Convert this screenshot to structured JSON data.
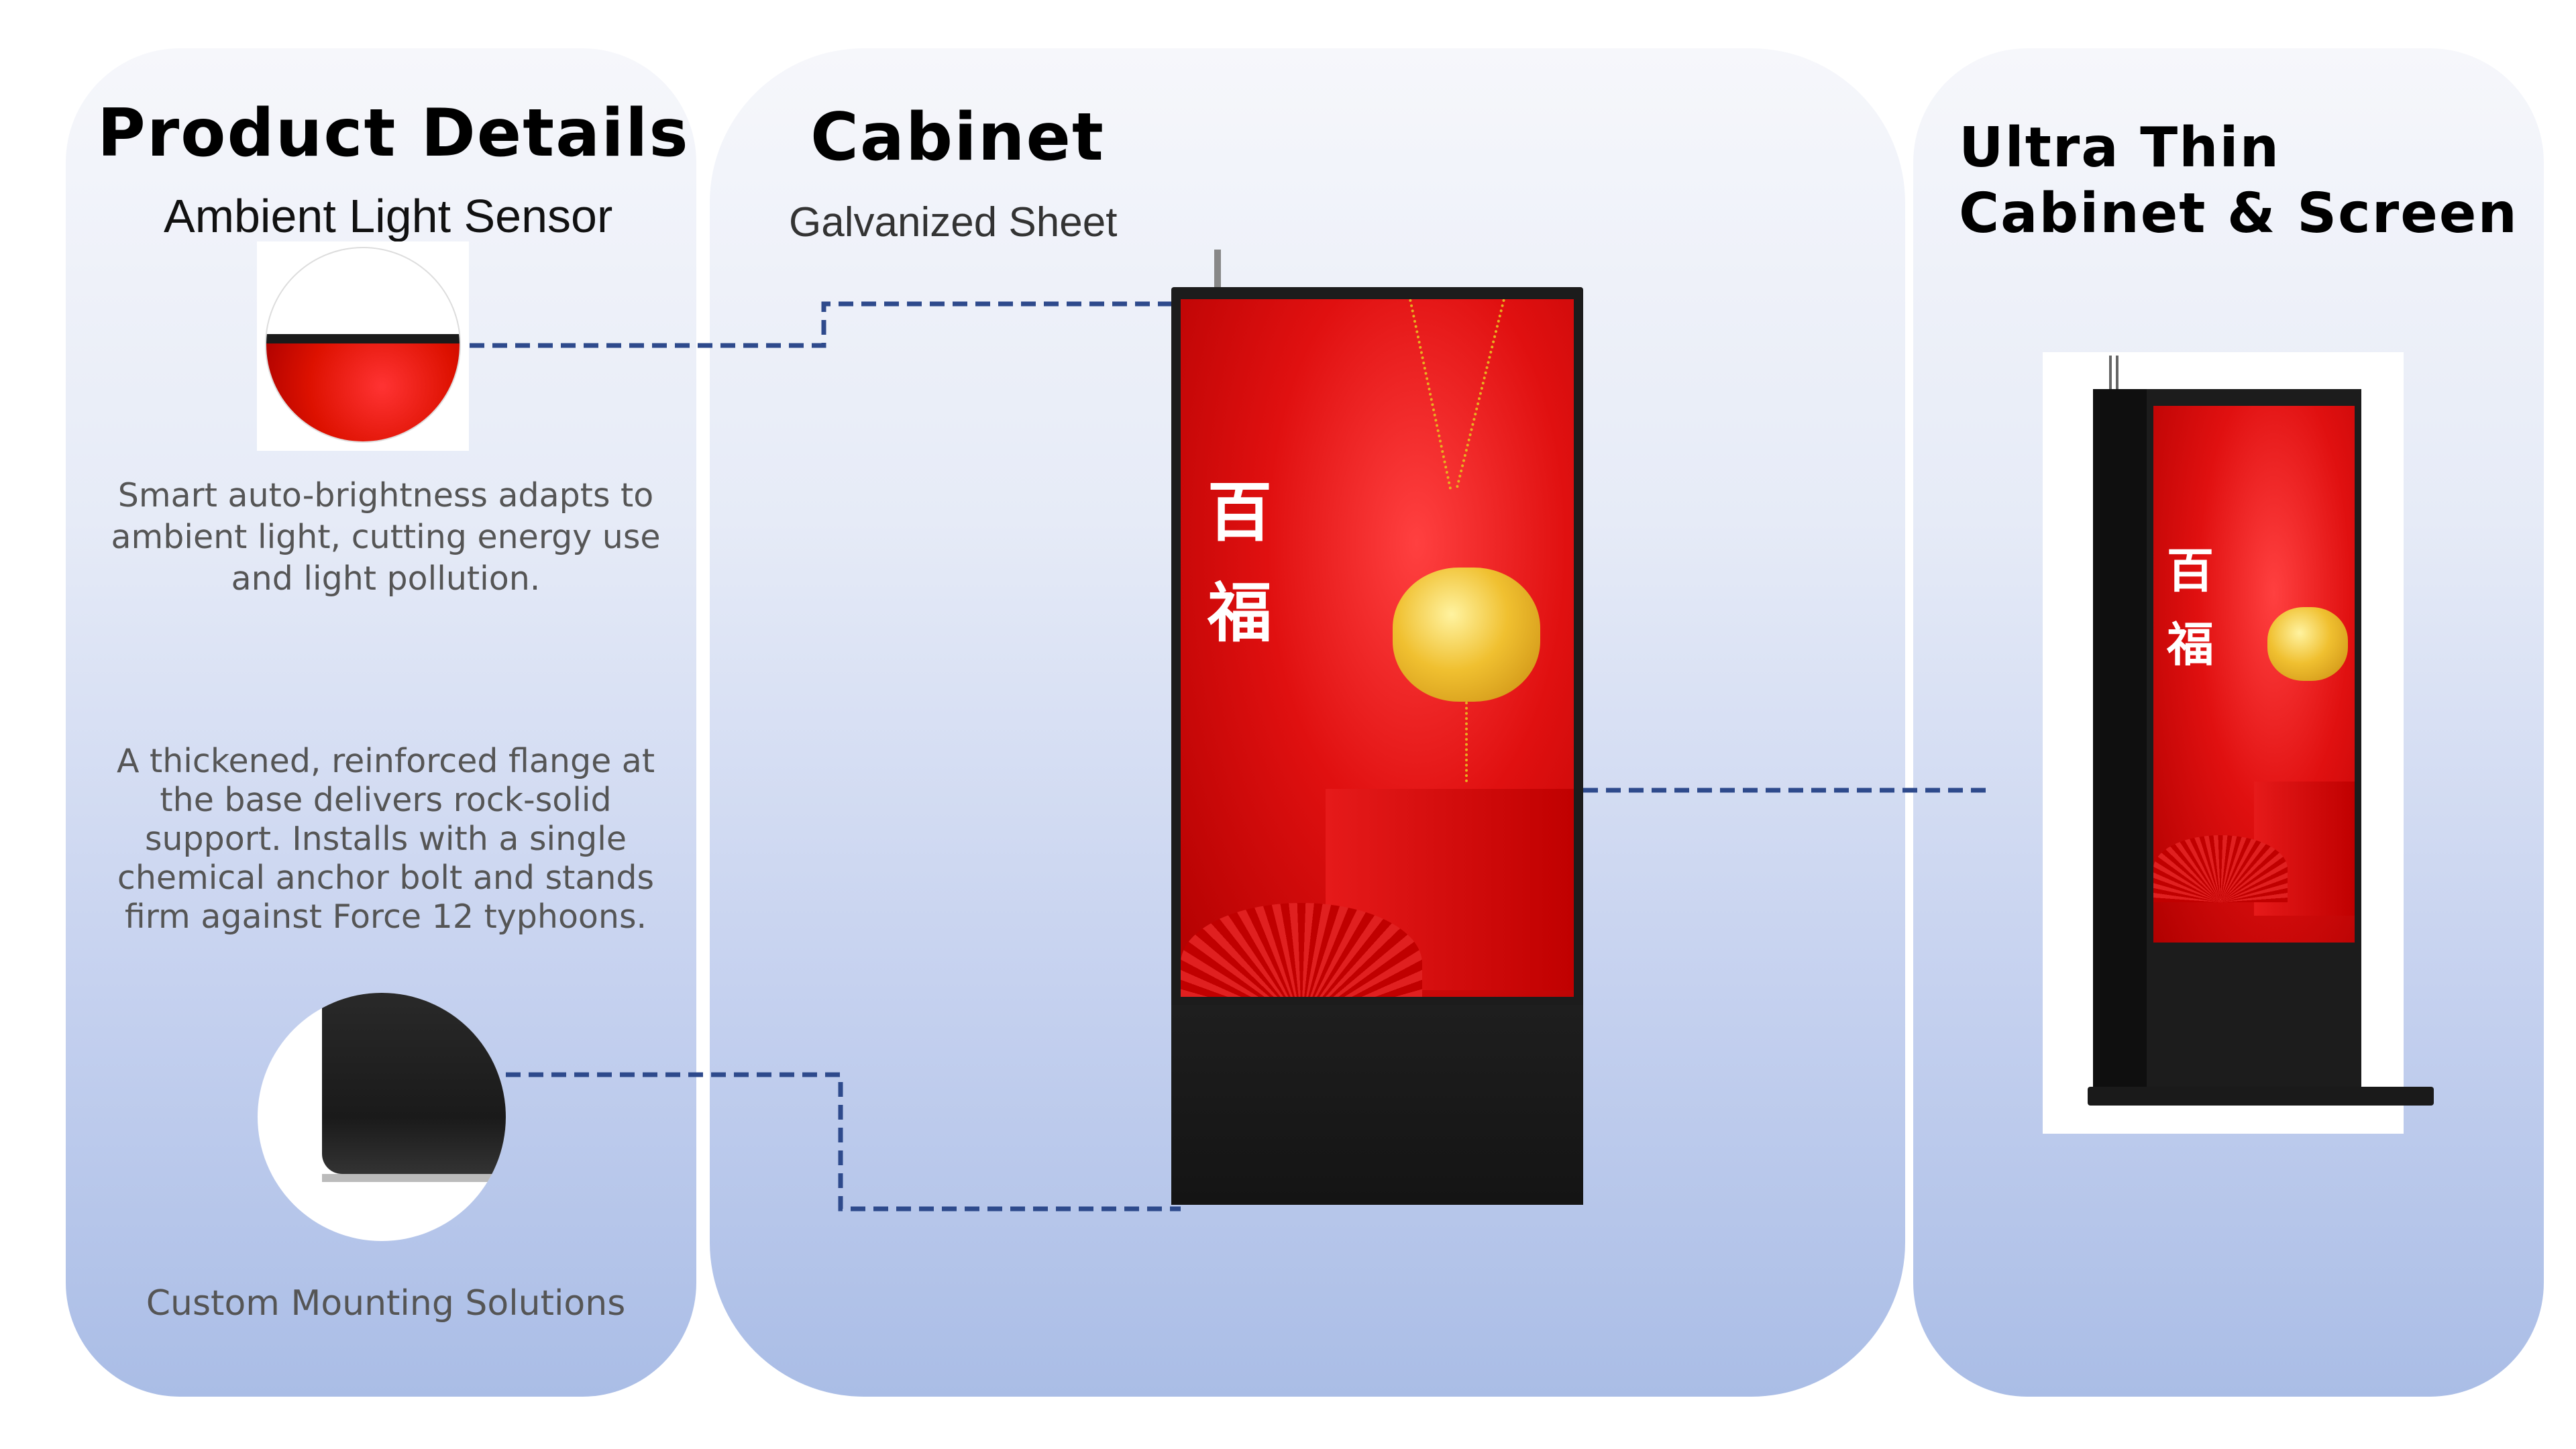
{
  "left_panel": {
    "title": "Product Details",
    "sensor_label": "Ambient Light Sensor",
    "sensor_description": "Smart auto-brightness adapts to ambient light, cutting energy use and light pollution.",
    "flange_description": "A thickened, reinforced flange at the base delivers rock-solid support. Installs with a single chemical anchor bolt and stands firm against Force 12 typhoons.",
    "mount_caption": "Custom Mounting Solutions"
  },
  "middle_panel": {
    "title": "Cabinet",
    "material_label": "Galvanized Sheet"
  },
  "right_panel": {
    "title_line1": "Ultra Thin",
    "title_line2": "Cabinet & Screen"
  },
  "screen_content": {
    "char_1": "百",
    "char_2": "福"
  },
  "colors": {
    "panel_top": "#f6f7fb",
    "panel_bottom": "#aabde6",
    "connector": "#2e4a8c",
    "screen_red": "#e01010",
    "cabinet": "#1c1c1c"
  }
}
